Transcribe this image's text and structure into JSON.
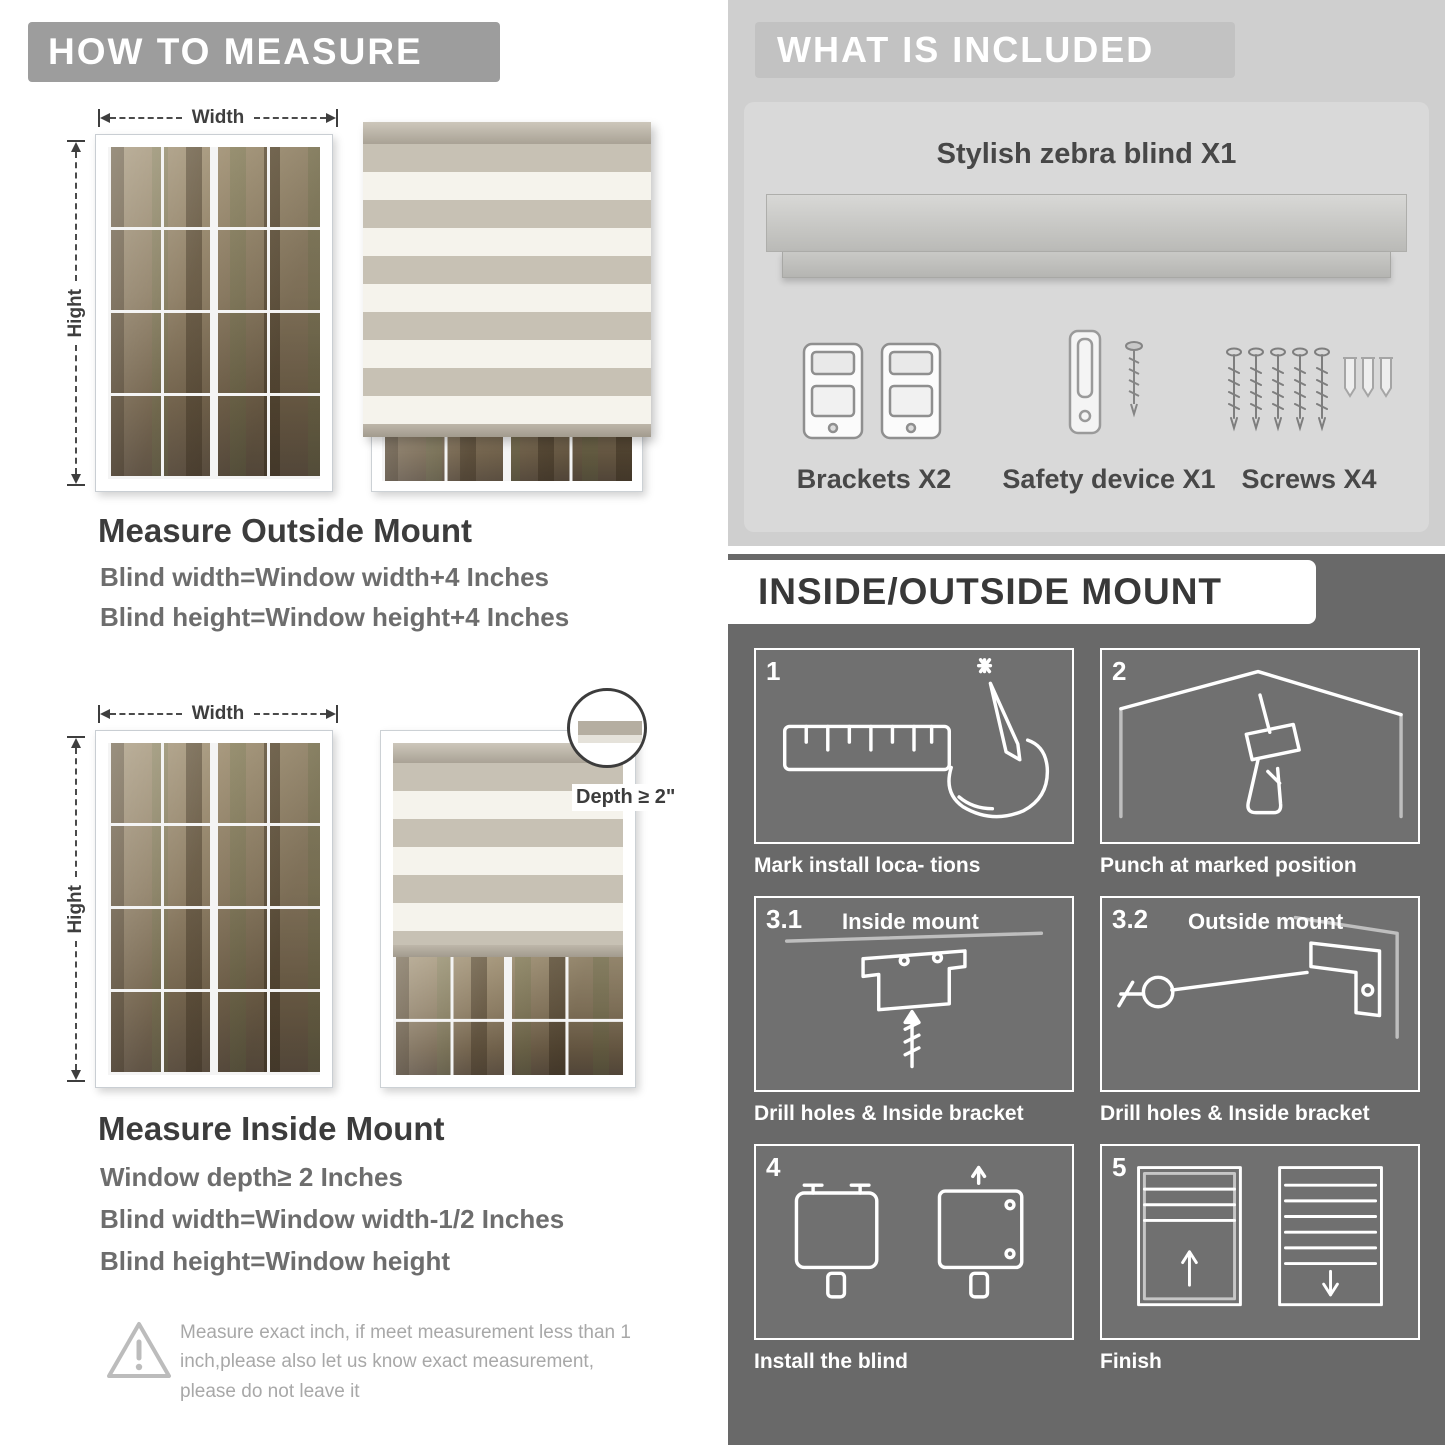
{
  "left": {
    "header": "HOW TO MEASURE",
    "outside": {
      "width_label": "Width",
      "height_label": "Hight",
      "title": "Measure Outside Mount",
      "lines": [
        "Blind width=Window width+4 Inches",
        "Blind height=Window height+4 Inches"
      ]
    },
    "inside": {
      "width_label": "Width",
      "height_label": "Hight",
      "depth_label": "Depth ≥ 2\"",
      "title": "Measure Inside Mount",
      "lines": [
        "Window depth≥ 2 Inches",
        "Blind width=Window width-1/2 Inches",
        "Blind height=Window height"
      ]
    },
    "warning_text": "Measure exact inch, if meet measurement less than 1 inch,please also let us know exact measurement, please do not leave it"
  },
  "included": {
    "header": "WHAT IS INCLUDED",
    "blind_label": "Stylish zebra blind X1",
    "items": [
      {
        "label": "Brackets X2",
        "icon": "brackets-icon"
      },
      {
        "label": "Safety device X1",
        "icon": "safety-device-icon"
      },
      {
        "label": "Screws X4",
        "icon": "screws-icon"
      }
    ]
  },
  "mount": {
    "header": "INSIDE/OUTSIDE MOUNT",
    "steps": [
      {
        "num": "1",
        "caption": "Mark install loca- tions",
        "icon": "measure-mark-icon"
      },
      {
        "num": "2",
        "caption": "Punch at  marked position",
        "icon": "drill-icon"
      },
      {
        "num": "3.1",
        "label": "Inside mount",
        "caption": "Drill holes &  Inside bracket",
        "icon": "inside-bracket-icon"
      },
      {
        "num": "3.2",
        "label": "Outside mount",
        "caption": "Drill holes &  Inside bracket",
        "icon": "outside-bracket-icon"
      },
      {
        "num": "4",
        "caption": "Install the blind",
        "icon": "install-blind-icon"
      },
      {
        "num": "5",
        "caption": "Finish",
        "icon": "finish-icon"
      }
    ]
  },
  "colors": {
    "banner_gray": "#9d9d9d",
    "light_section": "#cfcfcf",
    "dark_section": "#696969",
    "stripe_taupe": "#c7c1b4",
    "text_dark": "#3c3c3c",
    "text_medium": "#6d6d6d",
    "white": "#ffffff"
  }
}
